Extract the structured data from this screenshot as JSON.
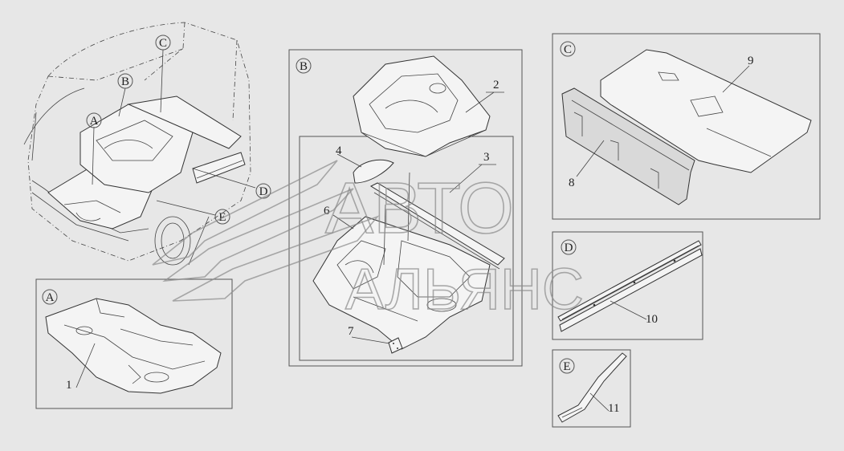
{
  "watermark": {
    "line1": "АВТО",
    "line2": "АЛЬЯНС"
  },
  "callouts": {
    "A": "A",
    "B": "B",
    "C": "C",
    "D": "D",
    "E": "E"
  },
  "panel_labels": {
    "A": "A",
    "B": "B",
    "C": "C",
    "D": "D",
    "E": "E"
  },
  "part_numbers": {
    "p1": "1",
    "p2": "2",
    "p3": "3",
    "p4": "4",
    "p6": "6",
    "p7": "7",
    "p8": "8",
    "p9": "9",
    "p10": "10",
    "p11": "11"
  }
}
